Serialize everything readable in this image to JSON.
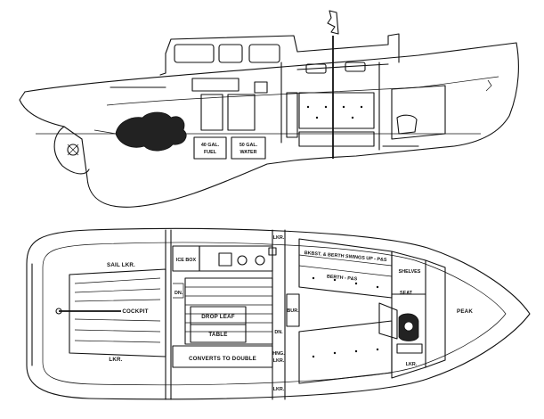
{
  "profile": {
    "tank_fuel_1": "40 GAL.",
    "tank_fuel_2": "FUEL",
    "tank_water_1": "50 GAL.",
    "tank_water_2": "WATER"
  },
  "plan": {
    "sail_lkr": "SAIL LKR.",
    "cockpit": "COCKPIT",
    "lkr_aft": "LKR.",
    "ice_box": "ICE BOX",
    "dn_port": "DN.",
    "drop_leaf": "DROP LEAF",
    "table": "TABLE",
    "converts": "CONVERTS TO DOUBLE",
    "lkr_top": "LKR.",
    "bur": "BUR.",
    "dn_mid": "DN.",
    "hng_lkr_1": "HNG.",
    "hng_lkr_2": "LKR.",
    "lkr_bottom": "LKR.",
    "upper_berth": "BKBST. & BERTH SWINGS UP - P&S",
    "berth_ps": "BERTH - P&S",
    "shelves": "SHELVES",
    "seat": "SEAT",
    "lkr_fwd": "LKR.",
    "peak": "PEAK"
  }
}
